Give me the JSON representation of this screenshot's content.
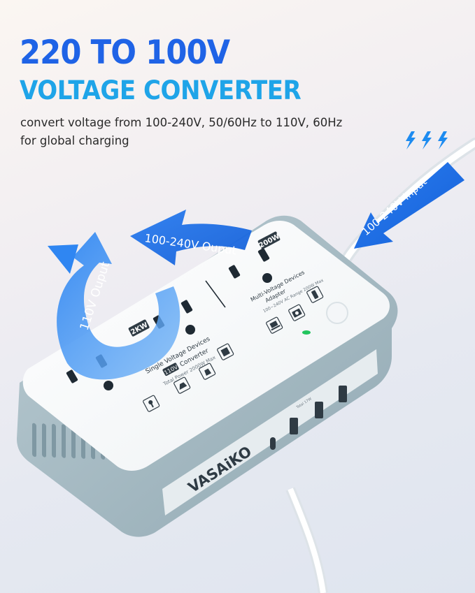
{
  "headline": {
    "line1": "220 TO 100V",
    "line2": "VOLTAGE CONVERTER"
  },
  "subtitle": "convert voltage from 100-240V, 50/60Hz to 110V, 60Hz for global charging",
  "arrows": {
    "input_label": "100-240V Input",
    "adapter_output_label": "100-240V Ouput",
    "converter_output_label": "110V Ouput"
  },
  "device": {
    "brand": "VASAiKO",
    "badge_2kw": "2KW",
    "badge_200w": "200W",
    "single_voltage_title": "Single Voltage Devices",
    "converter_badge": "110V",
    "converter_label": "Converter",
    "total_power": "Total Power    2000W Max",
    "multi_voltage_title": "Multi-Voltage Devices",
    "adapter_label": "Adapter",
    "adapter_range": "100~240V AC Range 200W Max",
    "usb_label": "Total 17W"
  },
  "colors": {
    "headline_primary": "#1f63e6",
    "headline_secondary": "#1fa4e8",
    "arrow": "#1a73e8",
    "device_shell": "#a8bcc4",
    "device_top": "#ffffff",
    "indicator_led": "#22c55e"
  },
  "icons": [
    "lightning-bolt-icon",
    "hair-dryer-icon",
    "iron-icon",
    "kettle-icon",
    "coffee-maker-icon",
    "laptop-icon",
    "camera-icon",
    "phone-icon"
  ]
}
